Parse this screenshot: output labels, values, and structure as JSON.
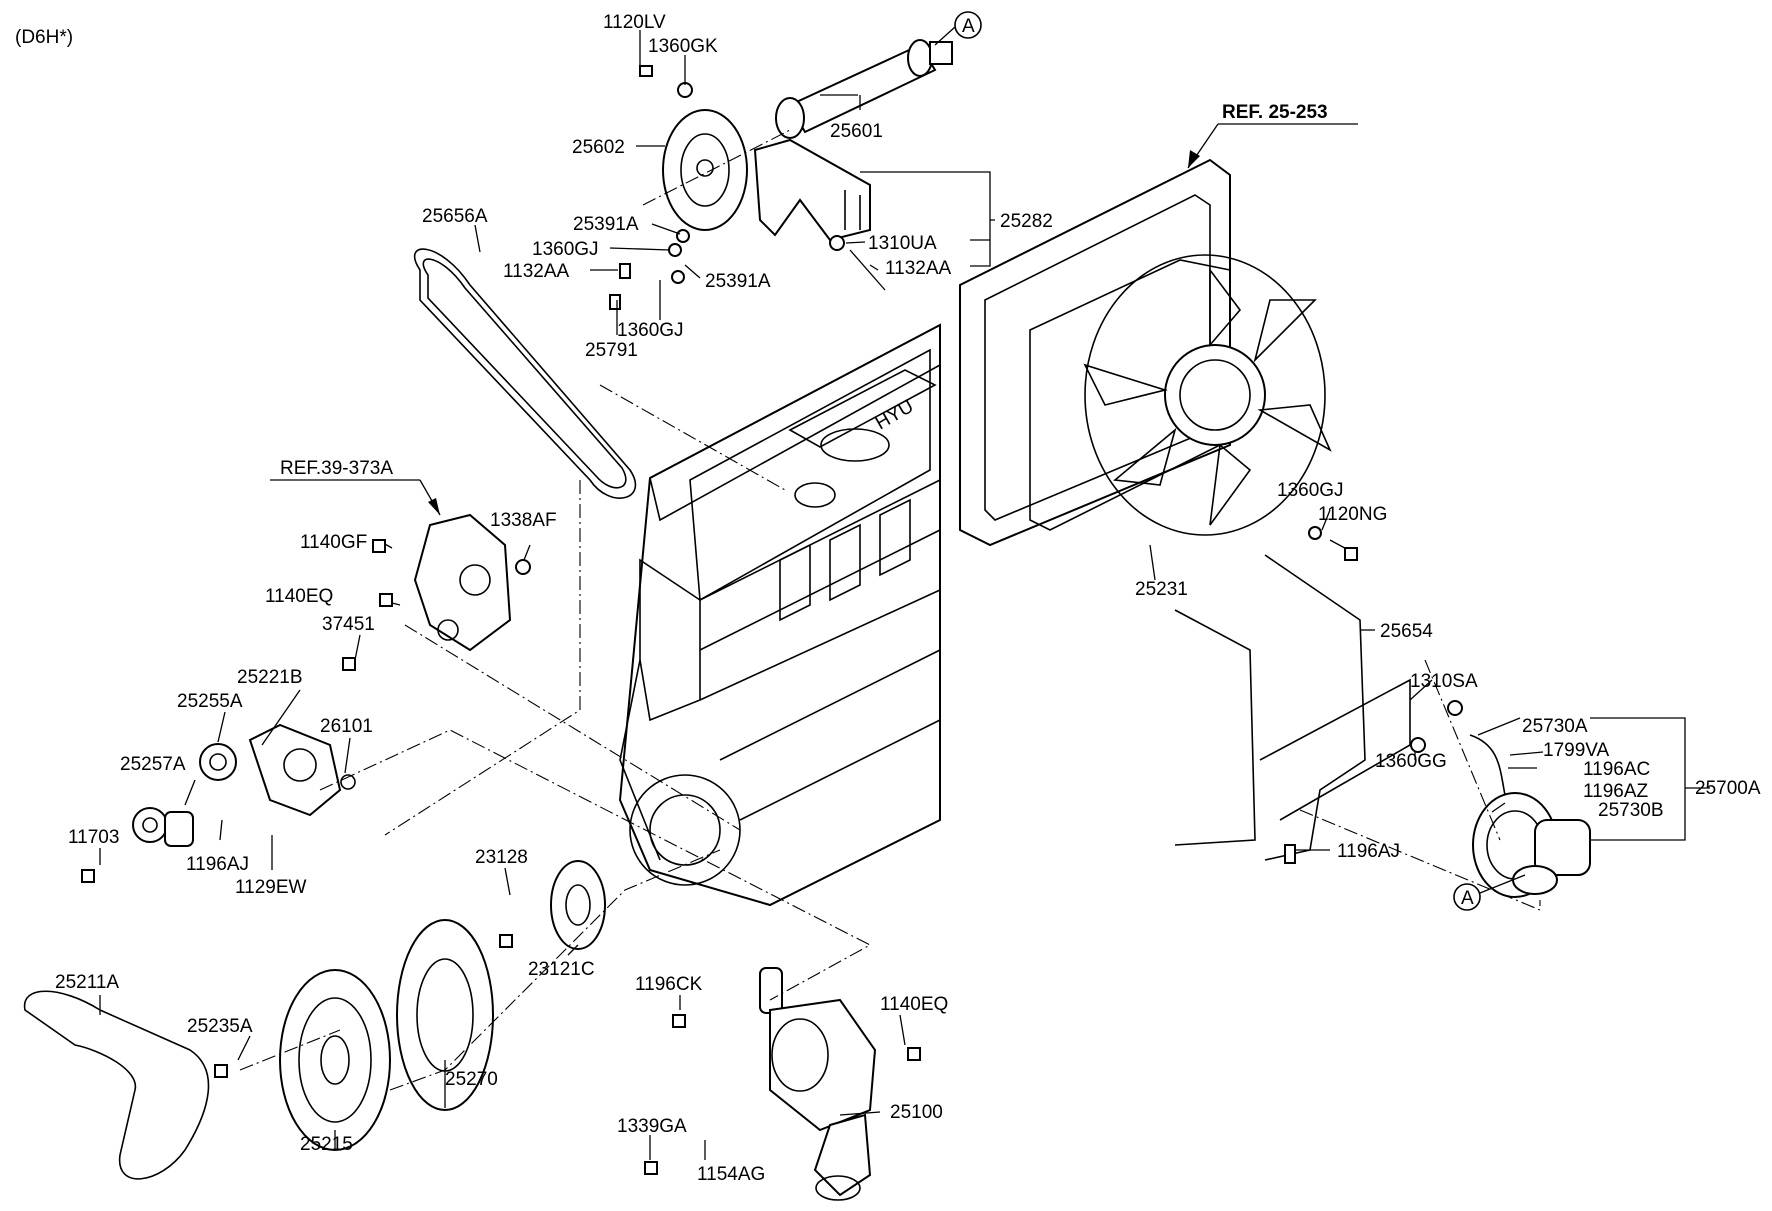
{
  "diagram": {
    "model_code": "(D6H*)",
    "references": {
      "ref_top": "REF. 25-253",
      "ref_left": "REF.39-373A"
    },
    "callouts": {
      "a_top": "A",
      "a_bottom": "A"
    },
    "labels": {
      "p1120LV": "1120LV",
      "p1360GK": "1360GK",
      "p25601": "25601",
      "p25602": "25602",
      "p25656A": "25656A",
      "p25391A_1": "25391A",
      "p1360GJ_1": "1360GJ",
      "p1132AA_1": "1132AA",
      "p25391A_2": "25391A",
      "p1360GJ_2": "1360GJ",
      "p25791": "25791",
      "p1310UA": "1310UA",
      "p1132AA_2": "1132AA",
      "p25282": "25282",
      "p25231": "25231",
      "p1360GJ_3": "1360GJ",
      "p1120NG": "1120NG",
      "p25654": "25654",
      "p1310SA": "1310SA",
      "p25730A": "25730A",
      "p1799VA": "1799VA",
      "p1360GG": "1360GG",
      "p1196AC": "1196AC",
      "p1196AZ": "1196AZ",
      "p25730B": "25730B",
      "p25700A": "25700A",
      "p1196AJ_2": "1196AJ",
      "p1140GF": "1140GF",
      "p1338AF": "1338AF",
      "p1140EQ_1": "1140EQ",
      "p37451": "37451",
      "p25221B": "25221B",
      "p25255A": "25255A",
      "p26101": "26101",
      "p25257A": "25257A",
      "p11703": "11703",
      "p1196AJ_1": "1196AJ",
      "p1129EW": "1129EW",
      "p23128": "23128",
      "p23121C": "23121C",
      "p25211A": "25211A",
      "p25235A": "25235A",
      "p25215": "25215",
      "p25270": "25270",
      "p1196CK": "1196CK",
      "p1140EQ_2": "1140EQ",
      "p25100": "25100",
      "p1339GA": "1339GA",
      "p1154AG": "1154AG"
    },
    "engine_brand": "HYU"
  }
}
